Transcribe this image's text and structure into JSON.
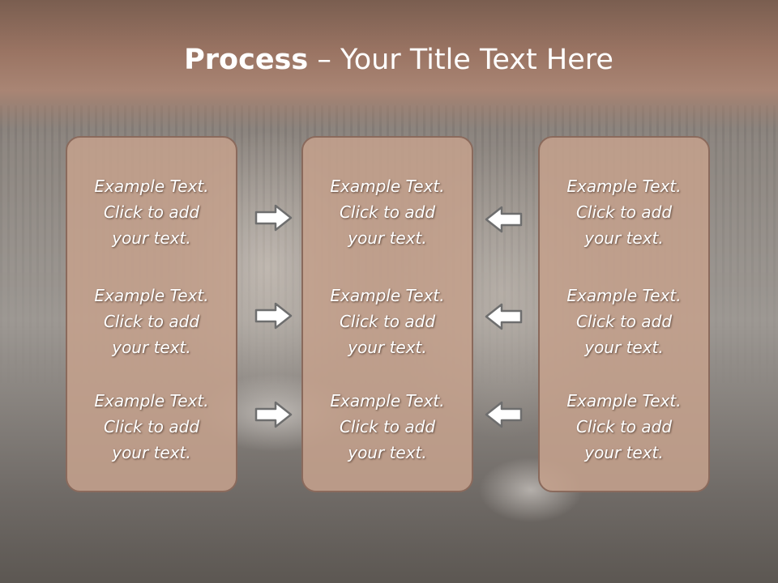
{
  "slide": {
    "title_bold": "Process",
    "title_dash": " – ",
    "title_rest": "Your Title Text Here"
  },
  "columns": [
    {
      "blocks": [
        {
          "line1": "Example Text.",
          "line2": "Click  to add",
          "line3": "your text."
        },
        {
          "line1": "Example Text.",
          "line2": "Click  to add",
          "line3": "your text."
        },
        {
          "line1": "Example Text.",
          "line2": "Click  to add",
          "line3": "your text."
        }
      ]
    },
    {
      "blocks": [
        {
          "line1": "Example Text.",
          "line2": "Click  to add",
          "line3": "your text."
        },
        {
          "line1": "Example Text.",
          "line2": "Click  to add",
          "line3": "your text."
        },
        {
          "line1": "Example Text.",
          "line2": "Click  to add",
          "line3": "your text."
        }
      ]
    },
    {
      "blocks": [
        {
          "line1": "Example Text.",
          "line2": "Click  to add",
          "line3": "your text."
        },
        {
          "line1": "Example Text.",
          "line2": "Click  to add",
          "line3": "your text."
        },
        {
          "line1": "Example Text.",
          "line2": "Click  to add",
          "line3": "your text."
        }
      ]
    }
  ],
  "arrows": {
    "left_group": [
      "arrow-right-icon",
      "arrow-right-icon",
      "arrow-right-icon"
    ],
    "right_group": [
      "arrow-left-icon",
      "arrow-left-icon",
      "arrow-left-icon"
    ]
  },
  "colors": {
    "header": "#9a7463",
    "box_fill": "#c4a08c",
    "box_border": "#8a6a5c",
    "text": "#ffffff"
  }
}
